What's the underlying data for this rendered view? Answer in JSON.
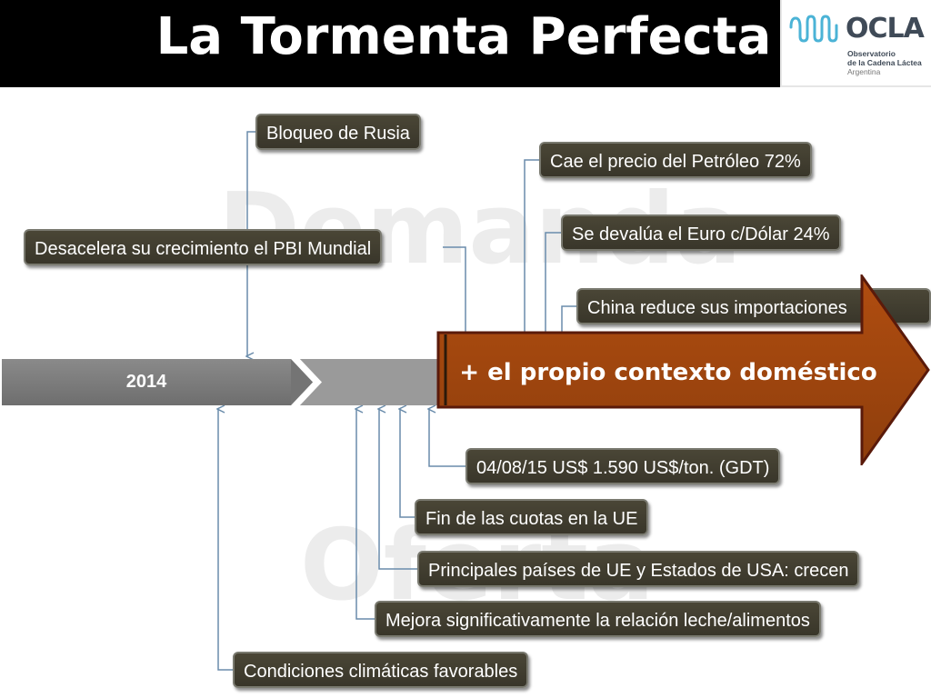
{
  "header": {
    "title": "La Tormenta Perfecta"
  },
  "logo": {
    "name": "OCLA",
    "subtitle_line1": "Observatorio",
    "subtitle_line2": "de la Cadena Láctea",
    "subtitle_line3": "Argentina"
  },
  "watermarks": {
    "top": "Demanda",
    "bottom": "Oferta"
  },
  "timeline": {
    "year": "2014"
  },
  "demand_factors": [
    "Bloqueo de Rusia",
    "Desacelera su crecimiento el PBI Mundial",
    "Cae el precio del Petróleo 72%",
    "Se devalúa el Euro c/Dólar 24%",
    "China reduce sus importaciones"
  ],
  "supply_factors": [
    "04/08/15 US$ 1.590 US$/ton. (GDT)",
    "Fin de las cuotas en la UE",
    "Principales países de UE y Estados de USA: crecen",
    "Mejora significativamente la relación leche/alimentos",
    "Condiciones climáticas favorables"
  ],
  "arrow": {
    "label": "+ el propio contexto doméstico"
  },
  "colors": {
    "header_bg": "#000000",
    "box_bg": "#3f3c30",
    "arrow_fill": "#a0470e",
    "connector": "#6a8cab"
  }
}
